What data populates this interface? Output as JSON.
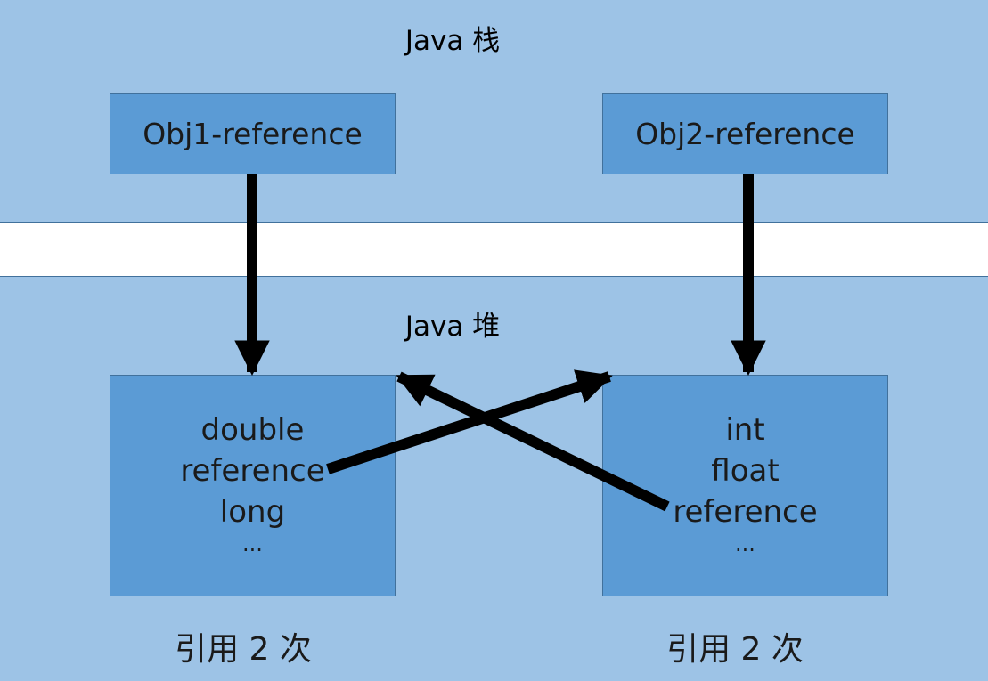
{
  "stack": {
    "title": "Java 栈"
  },
  "heap": {
    "title": "Java 堆"
  },
  "refs": [
    {
      "label": "Obj1-reference"
    },
    {
      "label": "Obj2-reference"
    }
  ],
  "objects": [
    {
      "fields": [
        "double",
        "reference",
        "long",
        "..."
      ],
      "footer": "引用 2 次"
    },
    {
      "fields": [
        "int",
        "float",
        "reference",
        "..."
      ],
      "footer": "引用 2 次"
    }
  ],
  "colors": {
    "band_fill": "#9dc3e6",
    "box_fill": "#5b9bd5",
    "border": "#41719c",
    "arrow": "#000000"
  }
}
